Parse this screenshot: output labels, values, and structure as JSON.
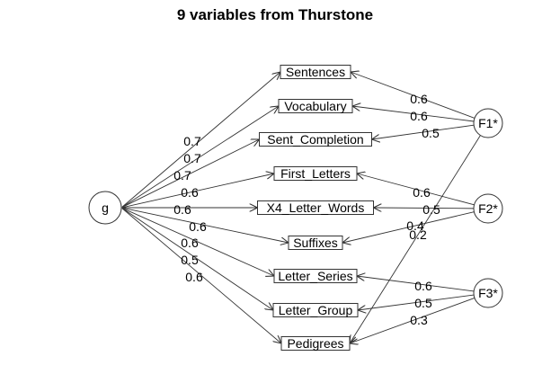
{
  "title": "9 variables from Thurstone",
  "general_factor": "g",
  "group_factors": [
    "F1*",
    "F2*",
    "F3*"
  ],
  "variables": [
    "Sentences",
    "Vocabulary",
    "Sent_Completion",
    "First_Letters",
    "X4_Letter_Words",
    "Suffixes",
    "Letter_Series",
    "Letter_Group",
    "Pedigrees"
  ],
  "g_loadings": [
    "0.7",
    "0.7",
    "0.7",
    "0.6",
    "0.6",
    "0.6",
    "0.6",
    "0.5",
    "0.6"
  ],
  "group_loadings": [
    {
      "factor": "F1*",
      "variable": "Sentences",
      "value": "0.6"
    },
    {
      "factor": "F1*",
      "variable": "Vocabulary",
      "value": "0.6"
    },
    {
      "factor": "F1*",
      "variable": "Sent_Completion",
      "value": "0.5"
    },
    {
      "factor": "F2*",
      "variable": "First_Letters",
      "value": "0.6"
    },
    {
      "factor": "F2*",
      "variable": "X4_Letter_Words",
      "value": "0.5"
    },
    {
      "factor": "F2*",
      "variable": "Suffixes",
      "value": "0.4"
    },
    {
      "factor": "F3*",
      "variable": "Letter_Series",
      "value": "0.6"
    },
    {
      "factor": "F3*",
      "variable": "Letter_Group",
      "value": "0.5"
    },
    {
      "factor": "F3*",
      "variable": "Pedigrees",
      "value": "0.3"
    },
    {
      "factor": "F1*",
      "variable": "Pedigrees",
      "value": "0.2"
    }
  ]
}
